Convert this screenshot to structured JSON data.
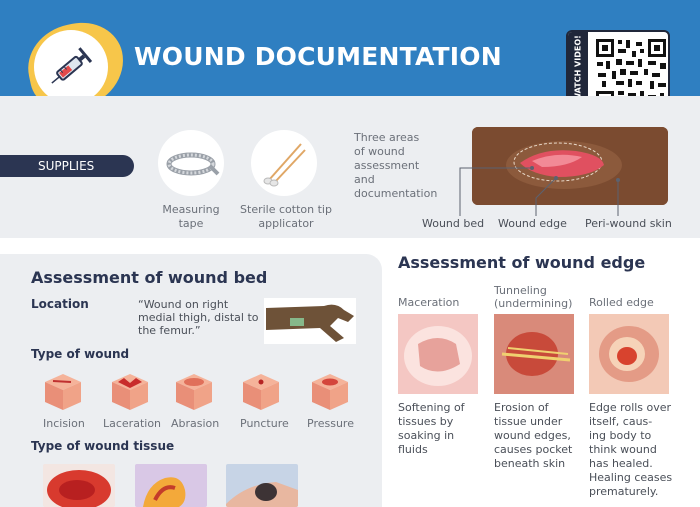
{
  "header": {
    "title": "WOUND DOCUMENTATION",
    "qr_label": "WATCH VIDEO!",
    "icon": "syringe-icon"
  },
  "supplies": {
    "label": "SUPPLIES",
    "items": [
      {
        "label_line1": "Measuring",
        "label_line2": "tape",
        "icon": "measuring-tape-icon"
      },
      {
        "label_line1": "Sterile cotton tip",
        "label_line2": "applicator",
        "icon": "cotton-swab-icon"
      }
    ],
    "three_areas": [
      "Three areas",
      "of wound",
      "assessment",
      "and",
      "documentation"
    ],
    "areas": [
      "Wound bed",
      "Wound edge",
      "Peri-wound skin"
    ]
  },
  "wound_bed": {
    "title": "Assessment of wound bed",
    "location_label": "Location",
    "location_quote": "“Wound on right medial thigh, distal to the femur.”",
    "type_label": "Type of wound",
    "types": [
      "Incision",
      "Laceration",
      "Abrasion",
      "Puncture",
      "Pressure"
    ],
    "tissue_label": "Type of wound tissue"
  },
  "wound_edge": {
    "title": "Assessment of wound edge",
    "items": [
      {
        "head": [
          "Maceration"
        ],
        "desc": [
          "Softening of",
          "tissues by",
          "soaking in",
          "fluids"
        ]
      },
      {
        "head": [
          "Tunneling",
          "(undermining)"
        ],
        "desc": [
          "Erosion of",
          "tissue under",
          "wound edges,",
          "causes pocket",
          "beneath skin"
        ]
      },
      {
        "head": [
          "Rolled edge"
        ],
        "desc": [
          "Edge rolls over",
          "itself, caus-",
          "ing body to",
          "think wound",
          "has healed.",
          "Healing ceases",
          "prematurely."
        ]
      }
    ]
  },
  "colors": {
    "header_blue": "#2f7fc1",
    "navy": "#2b3552",
    "band_gray": "#eceef1",
    "accent_yellow": "#f7c64a"
  }
}
